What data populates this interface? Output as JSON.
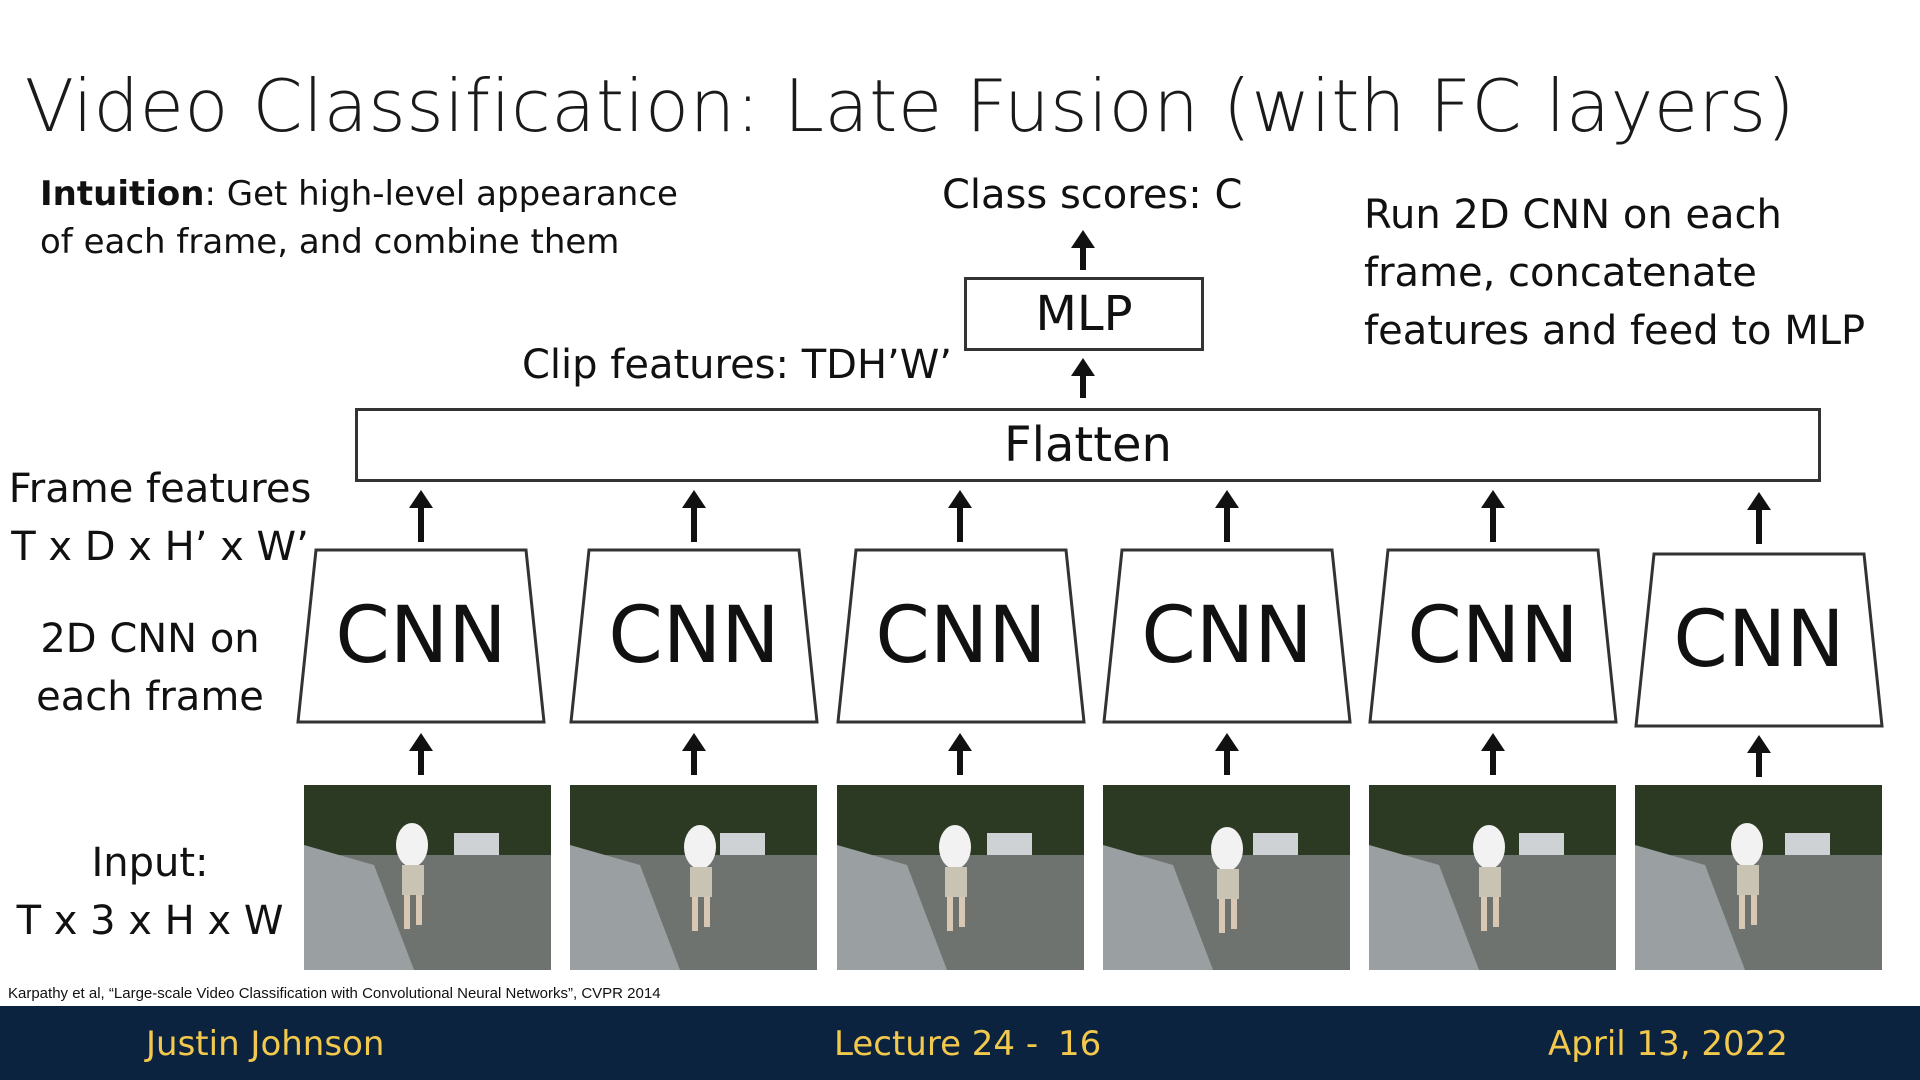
{
  "slide": {
    "title": "Video Classification: Late Fusion (with FC layers)",
    "intuition_bold": "Intuition",
    "intuition_line1_rest": ": Get high-level appearance",
    "intuition_line2": "of each frame, and combine them",
    "run_note": [
      "Run 2D CNN on each",
      "frame, concatenate",
      "features and feed to MLP"
    ]
  },
  "diagram": {
    "class_scores": "Class scores: C",
    "mlp": "MLP",
    "clip_features": "Clip features: TDH’W’",
    "flatten": "Flatten",
    "frame_features": [
      "Frame features",
      "T x D x H’ x W’"
    ],
    "cnn_caption": [
      "2D CNN on",
      "each frame"
    ],
    "input_caption": [
      "Input:",
      "T x 3 x H x W"
    ],
    "cnn_labels": [
      "CNN",
      "CNN",
      "CNN",
      "CNN",
      "CNN",
      "CNN"
    ]
  },
  "citation": "Karpathy et al, “Large-scale Video Classification with Convolutional Neural Networks”, CVPR 2014",
  "footer": {
    "author": "Justin Johnson",
    "lecture": "Lecture 24 -",
    "page": "16",
    "date": "April 13, 2022"
  },
  "colors": {
    "footer_bg": "#0c2340",
    "footer_text": "#f2c94c"
  }
}
